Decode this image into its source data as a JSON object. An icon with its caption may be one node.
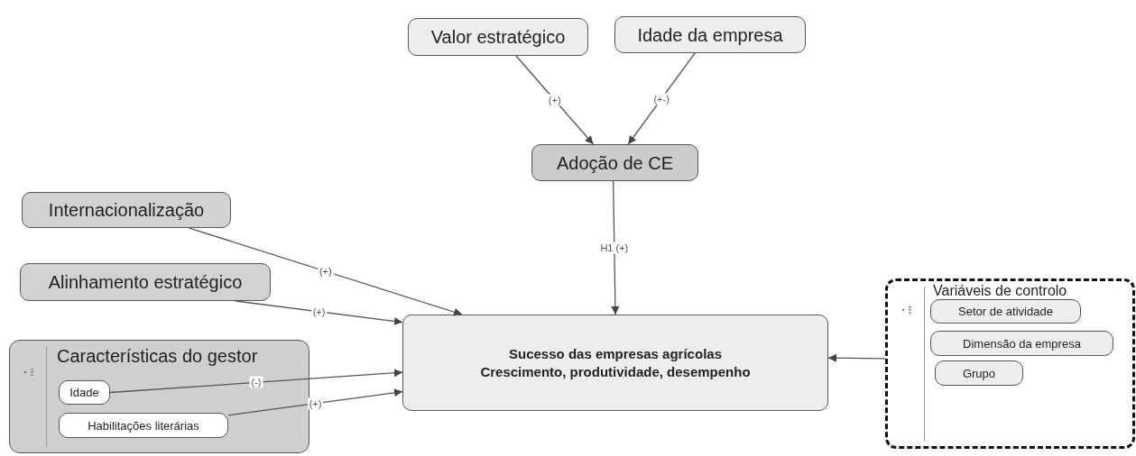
{
  "diagram": {
    "nodes": [
      {
        "text": [
          "Valor estratégico"
        ]
      },
      {
        "text": [
          "Idade da empresa"
        ]
      },
      {
        "text": [
          "Adoção de CE"
        ]
      },
      {
        "text": [
          "Internacionalização"
        ]
      },
      {
        "text": [
          "Alinhamento estratégico"
        ]
      },
      {
        "text": [
          "Características do gestor"
        ]
      },
      {
        "text": [
          "Idade"
        ],
        "in": 5
      },
      {
        "text": [
          "Habilitações literárias"
        ],
        "in": 5
      },
      {
        "text": [
          "Sucesso das empresas agrícolas",
          "Crescimento, produtividade, desempenho"
        ]
      },
      {
        "text": [
          "Variáveis de controlo"
        ]
      },
      {
        "text": [
          "Setor de atividade"
        ],
        "in": 9
      },
      {
        "text": [
          "Dimensão da empresa"
        ],
        "in": 9
      },
      {
        "text": [
          "Grupo"
        ],
        "in": 9
      }
    ],
    "edges": [
      {
        "from": 0,
        "to": 2,
        "arrow": "to",
        "label": "(+)"
      },
      {
        "from": 1,
        "to": 2,
        "arrow": "to",
        "label": "(+-)"
      },
      {
        "from": 2,
        "to": 8,
        "arrow": "to",
        "label": "H1 (+)"
      },
      {
        "from": 3,
        "to": 8,
        "arrow": "to",
        "label": "(+)"
      },
      {
        "from": 4,
        "to": 8,
        "arrow": "to",
        "label": "(+)"
      },
      {
        "from": 6,
        "to": 8,
        "arrow": "to",
        "label": "(-)"
      },
      {
        "from": 7,
        "to": 8,
        "arrow": "to",
        "label": "(+)"
      },
      {
        "from": 9,
        "to": 8,
        "arrow": "to"
      }
    ]
  }
}
